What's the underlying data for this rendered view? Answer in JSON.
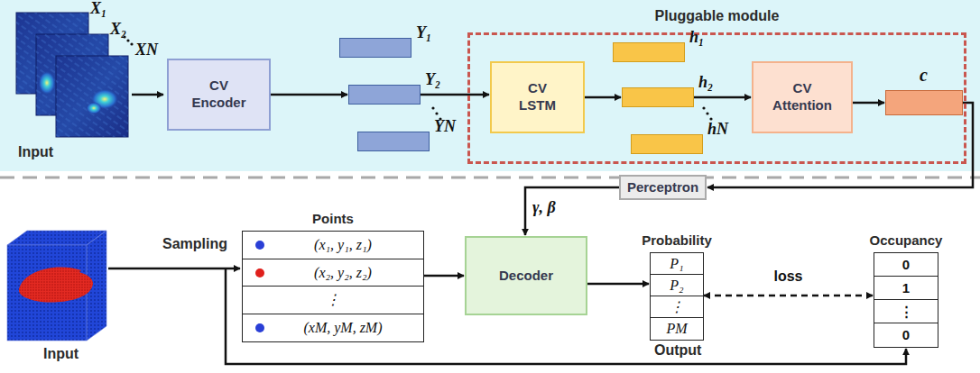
{
  "diagram": {
    "nodes": [
      {
        "text": [
          "Pluggable module"
        ]
      },
      {
        "text": [
          "CV Encoder"
        ]
      },
      {
        "text": [
          "Y₁"
        ]
      },
      {
        "text": [
          "Y₂"
        ]
      },
      {
        "text": [
          "YN"
        ]
      },
      {
        "text": [
          "CV LSTM"
        ],
        "in": 0
      },
      {
        "text": [
          "h₁"
        ],
        "in": 0
      },
      {
        "text": [
          "h₂"
        ],
        "in": 0
      },
      {
        "text": [
          "hN"
        ],
        "in": 0
      },
      {
        "text": [
          "CV Attention"
        ],
        "in": 0
      },
      {
        "text": [
          "c"
        ],
        "in": 0
      },
      {
        "text": [
          "Perceptron"
        ]
      },
      {
        "text": [
          "Points"
        ]
      },
      {
        "text": [
          "(x₁, y₁, z₁)"
        ],
        "in": 12
      },
      {
        "text": [
          "(x₂, y₂, z₂)"
        ],
        "in": 12
      },
      {
        "text": [
          "⋮"
        ],
        "in": 12
      },
      {
        "text": [
          "(xM, yM, zM)"
        ],
        "in": 12
      },
      {
        "text": [
          "Decoder"
        ]
      },
      {
        "text": [
          "Probability"
        ]
      },
      {
        "text": [
          "P₁"
        ],
        "in": 18
      },
      {
        "text": [
          "P₂"
        ],
        "in": 18
      },
      {
        "text": [
          "⋮"
        ],
        "in": 18
      },
      {
        "text": [
          "PM"
        ],
        "in": 18
      },
      {
        "text": [
          "Occupancy"
        ]
      },
      {
        "text": [
          "0"
        ],
        "in": 23
      },
      {
        "text": [
          "1"
        ],
        "in": 23
      },
      {
        "text": [
          "⋮"
        ],
        "in": 23
      },
      {
        "text": [
          "0"
        ],
        "in": 23
      }
    ],
    "edges": [
      {
        "from": 1,
        "to": 3,
        "arrow": "to"
      },
      {
        "from": 3,
        "to": 5,
        "arrow": "to"
      },
      {
        "from": 5,
        "to": 7,
        "arrow": "to"
      },
      {
        "from": 7,
        "to": 9,
        "arrow": "to"
      },
      {
        "from": 9,
        "to": 10,
        "arrow": "to"
      },
      {
        "from": 10,
        "to": 11,
        "arrow": "to"
      },
      {
        "from": 11,
        "to": 17,
        "label": "γ, β",
        "arrow": "to"
      },
      {
        "from": 12,
        "to": 17,
        "arrow": "to"
      },
      {
        "from": 17,
        "to": 18,
        "arrow": "to"
      },
      {
        "from": 18,
        "to": 23,
        "label": "loss",
        "arrow": "both"
      }
    ],
    "labels": [
      "X₁",
      "X₂",
      "XN",
      "Input",
      "Sampling",
      "Input",
      "Output"
    ]
  }
}
